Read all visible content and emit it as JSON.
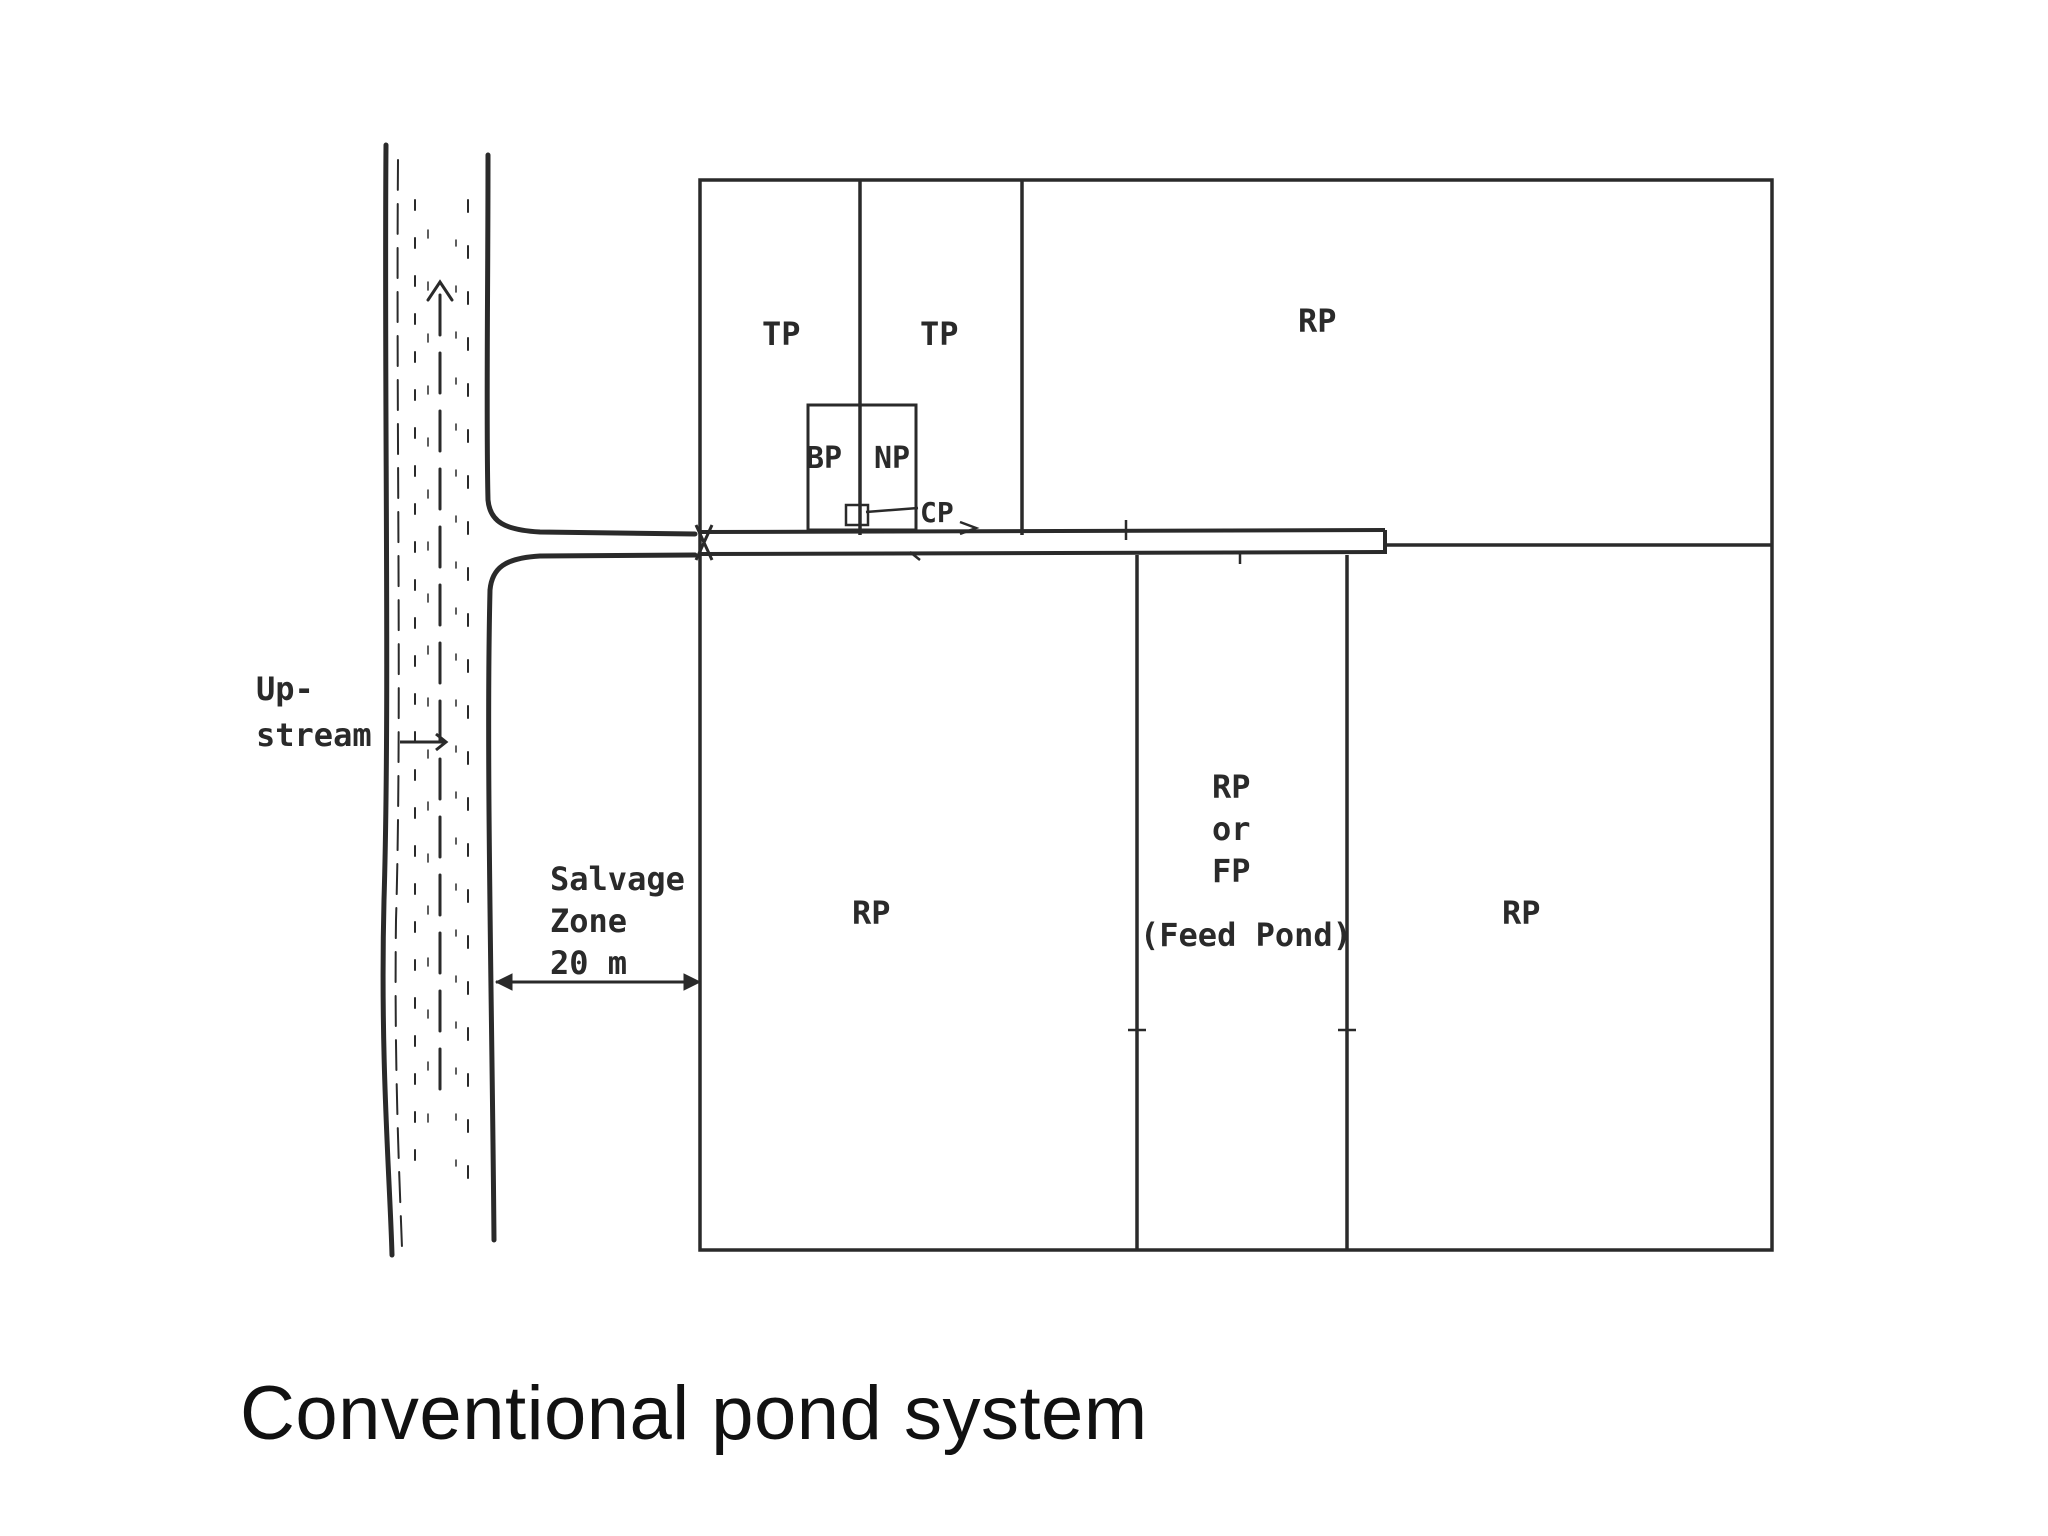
{
  "caption": "Conventional pond system",
  "labels": {
    "tp_left": "TP",
    "tp_right": "TP",
    "rp_top_right": "RP",
    "bp": "BP",
    "np": "NP",
    "cp": "CP",
    "rp_bottom_left": "RP",
    "rp_or_fp_line1": "RP",
    "rp_or_fp_line2": "or",
    "rp_or_fp_line3": "FP",
    "feed_pond": "(Feed Pond)",
    "rp_bottom_right": "RP",
    "upstream_line1": "Up-",
    "upstream_line2": "stream",
    "salvage_line1": "Salvage",
    "salvage_line2": "Zone",
    "salvage_line3": "20 m"
  },
  "colors": {
    "ink": "#2a2a2a",
    "background": "#ffffff",
    "caption": "#111111"
  }
}
